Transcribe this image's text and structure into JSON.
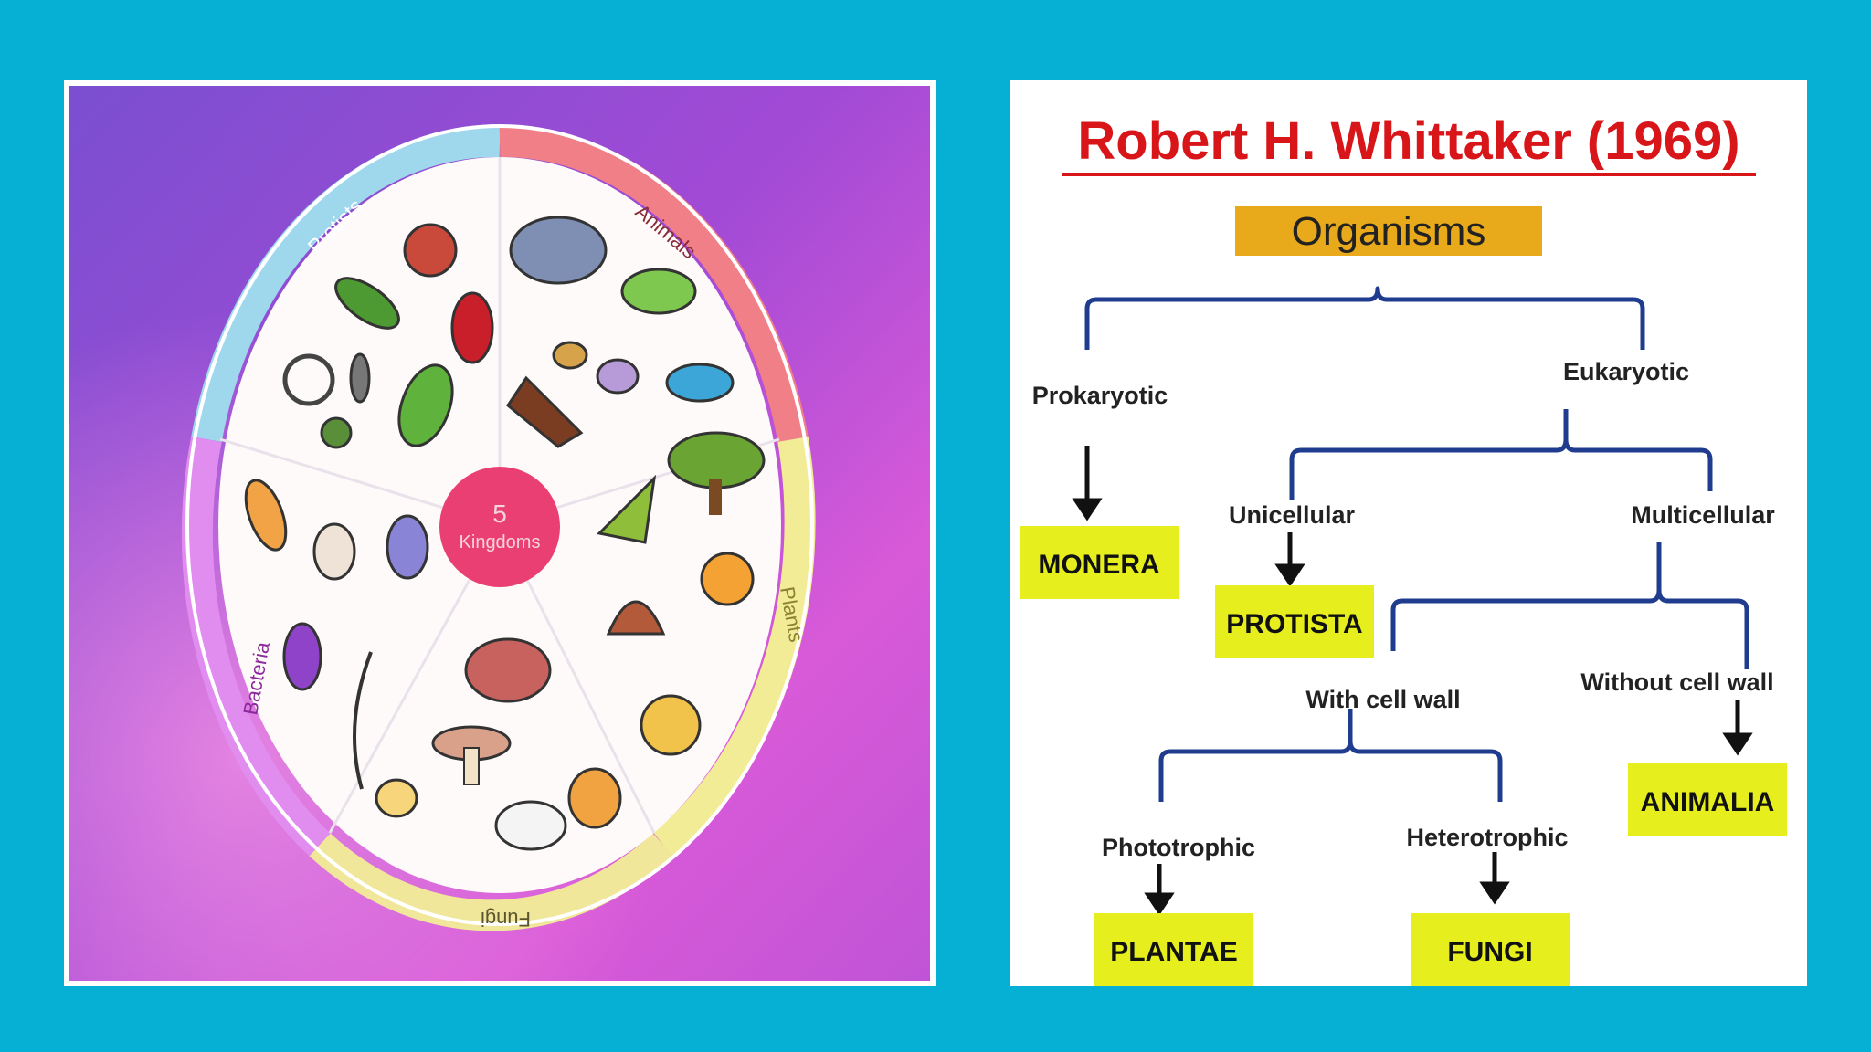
{
  "left": {
    "segments": [
      {
        "label": "Protists",
        "color": "#9fd7ec"
      },
      {
        "label": "Animals",
        "color": "#f07f87"
      },
      {
        "label": "Plants",
        "color": "#f3ec97"
      },
      {
        "label": "Fungi",
        "color": "#f0e79a"
      },
      {
        "label": "Bacteria",
        "color": "#e18df0"
      }
    ],
    "center": {
      "number": "5",
      "word": "Kingdoms",
      "color": "#ea3f73"
    }
  },
  "right": {
    "title": "Robert H. Whittaker (1969)",
    "root": "Organisms",
    "nodes": {
      "prokaryotic": "Prokaryotic",
      "eukaryotic": "Eukaryotic",
      "unicellular": "Unicellular",
      "multicellular": "Multicellular",
      "with_cell_wall": "With cell wall",
      "without_cell_wall": "Without cell wall",
      "phototrophic": "Phototrophic",
      "heterotrophic": "Heterotrophic"
    },
    "kingdoms": {
      "monera": "MONERA",
      "protista": "PROTISTA",
      "animalia": "ANIMALIA",
      "plantae": "PLANTAE",
      "fungi": "FUNGI"
    },
    "colors": {
      "title": "#d8161a",
      "root_box": "#e8a91a",
      "kingdom_box": "#e6ef1d",
      "bracket": "#1f3c8f",
      "arrow": "#111111"
    }
  }
}
